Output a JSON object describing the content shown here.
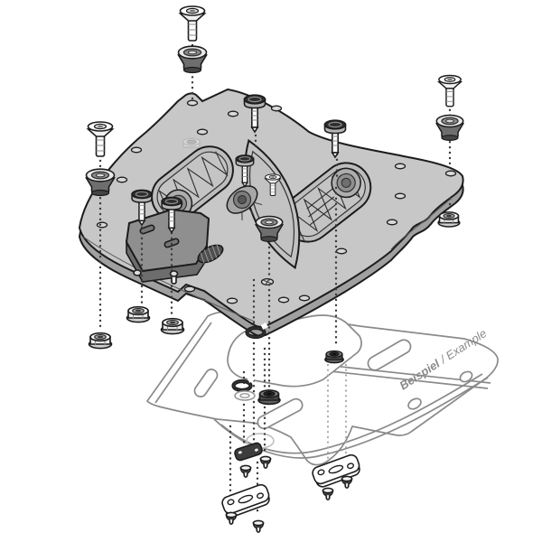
{
  "annotation": {
    "label_bold": "Beispiel",
    "label_rest": "/ Example"
  },
  "palette": {
    "background": "#ffffff",
    "plate_top": "#c7c7c7",
    "plate_side": "#a0a0a0",
    "plate_recess": "#bdbdbd",
    "bracket": "#8f8f8f",
    "bracket_front": "#6d6d6d",
    "outline": "#1c1c1c",
    "rack_outline": "#8a8a8a",
    "label_text": "#8a8a8a",
    "guide_dots": "#3a3a3a",
    "hardware_dark": "#2e2e2e"
  },
  "components": [
    {
      "name": "adapter-plate",
      "count": 1
    },
    {
      "name": "quick-release-bracket",
      "count": 1
    },
    {
      "name": "countersunk-screw",
      "count": 4
    },
    {
      "name": "button-head-screw",
      "count": 5
    },
    {
      "name": "rubber-grommet",
      "count": 4
    },
    {
      "name": "flange-nut",
      "count": 4
    },
    {
      "name": "lock-nut",
      "count": 2
    },
    {
      "name": "snap-ring",
      "count": 2
    },
    {
      "name": "washer",
      "count": 1
    },
    {
      "name": "mounting-plate",
      "count": 3
    },
    {
      "name": "self-tapping-screw",
      "count": 6
    },
    {
      "name": "example-luggage-rack",
      "count": 1
    }
  ]
}
